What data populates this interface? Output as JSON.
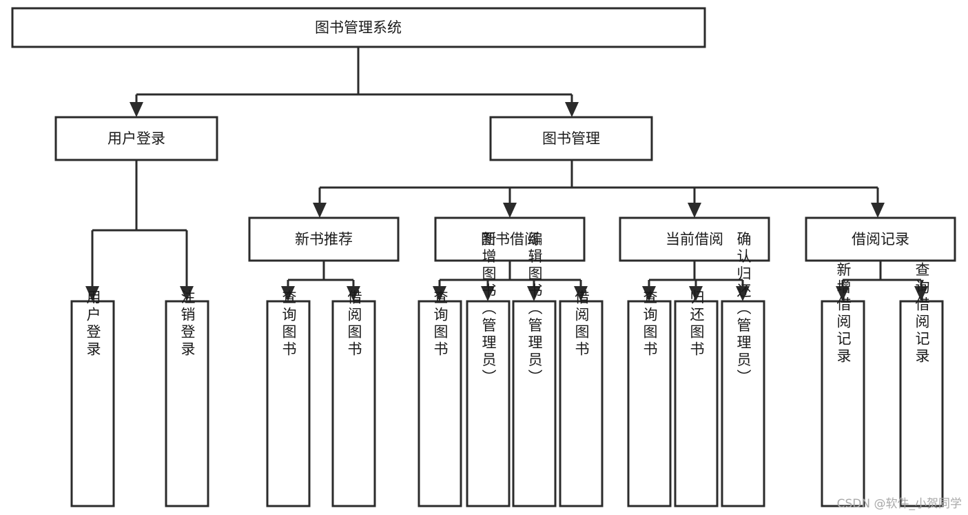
{
  "diagram": {
    "type": "tree-hierarchy",
    "title": "图书管理系统",
    "orientation": "top-down",
    "colors": {
      "box_stroke": "#2b2b2b",
      "box_fill": "#ffffff",
      "connector": "#2b2b2b",
      "label_text": "#1a1a1a",
      "watermark": "#a9a9a9",
      "background": "#ffffff"
    },
    "root": {
      "label": "图书管理系统"
    },
    "level2": [
      {
        "label": "用户登录"
      },
      {
        "label": "图书管理"
      }
    ],
    "level3": [
      {
        "label": "新书推荐"
      },
      {
        "label": "图书借阅"
      },
      {
        "label": "当前借阅"
      },
      {
        "label": "借阅记录"
      }
    ],
    "leaves": {
      "user_login": [
        {
          "label": "用户登录"
        },
        {
          "label": "注销登录"
        }
      ],
      "new_book_recommend": [
        {
          "label": "查询图书"
        },
        {
          "label": "借阅图书"
        }
      ],
      "book_borrow": [
        {
          "label": "查询图书"
        },
        {
          "label": "新增图书（管理员）"
        },
        {
          "label": "编辑图书（管理员）"
        },
        {
          "label": "借阅图书"
        }
      ],
      "current_borrow": [
        {
          "label": "查询图书"
        },
        {
          "label": "归还图书"
        },
        {
          "label": "确认归还（管理员）"
        }
      ],
      "borrow_record": [
        {
          "label": "新增借阅记录"
        },
        {
          "label": "查询借阅记录"
        }
      ]
    },
    "watermark": "CSDN @软件_小贺同学"
  }
}
